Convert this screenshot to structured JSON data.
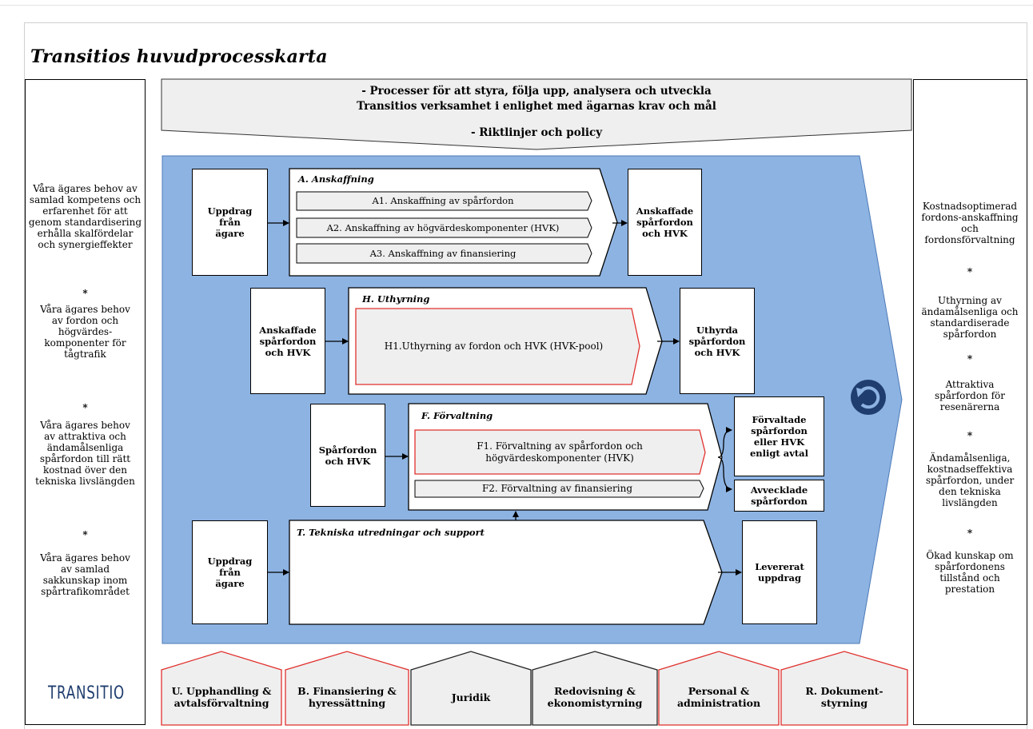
{
  "title": "Transitios huvudprocesskarta",
  "top_banner": {
    "line1": "- Processer för att styra, följa upp, analysera och utveckla",
    "line2": "Transitios verksamhet i enlighet med ägarnas krav och mål",
    "line3": "- Riktlinjer och policy"
  },
  "left_needs": [
    "Våra ägares behov av samlad kompetens och erfarenhet för att genom standardisering erhålla skalfördelar och synergieffekter",
    "Våra ägares behov av fordon och högvärdes-komponenter för tågtrafik",
    "Våra ägares behov av attraktiva och ändamålsenliga spårfordon till rätt kostnad över den tekniska livslängden",
    "Våra ägares behov av samlad sakkunskap inom spårtrafikområdet"
  ],
  "right_outcomes": [
    "Kostnadsoptimerad fordons-anskaffning och fordonsförvaltning",
    "Uthyrning av ändamålsenliga och standardiserade spårfordon",
    "Attraktiva spårfordon för resenärerna",
    "Ändamålsenliga, kostnadseffektiva spårfordon, under den tekniska livslängden",
    "Ökad kunskap om spårfordonens tillstånd och prestation"
  ],
  "bullet": "*",
  "logo": "TRANSITIO",
  "processes": {
    "A": {
      "title": "A. Anskaffning",
      "input": "Uppdrag från ägare",
      "output": "Anskaffade spårfordon och HVK",
      "subs": [
        "A1. Anskaffning av spårfordon",
        "A2. Anskaffning av högvärdeskomponenter (HVK)",
        "A3. Anskaffning av finansiering"
      ]
    },
    "H": {
      "title": "H. Uthyrning",
      "input": "Anskaffade spårfordon och HVK",
      "output": "Uthyrda spårfordon och HVK",
      "subs": [
        "H1.Uthyrning av fordon och HVK (HVK-pool)"
      ]
    },
    "F": {
      "title": "F. Förvaltning",
      "input": "Spårfordon och HVK",
      "output1": "Förvaltade spårfordon eller HVK enligt avtal",
      "output2": "Avvecklade spårfordon",
      "subs": [
        "F1. Förvaltning av spårfordon och högvärdeskomponenter (HVK)",
        "F2. Förvaltning av finansiering"
      ]
    },
    "T": {
      "title": "T. Tekniska utredningar och support",
      "input": "Uppdrag från ägare",
      "output": "Levererat uppdrag"
    }
  },
  "support": [
    {
      "label": "U. Upphandling & avtalsförvaltning",
      "border": "#e0302c"
    },
    {
      "label": "B. Finansiering & hyressättning",
      "border": "#e0302c"
    },
    {
      "label": "Juridik",
      "border": "#222222"
    },
    {
      "label": "Redovisning & ekonomistyrning",
      "border": "#222222"
    },
    {
      "label": "Personal & administration",
      "border": "#e0302c"
    },
    {
      "label": "R. Dokument-styrning",
      "border": "#e0302c"
    }
  ],
  "colors": {
    "blue": "#8db3e2",
    "grey": "#efefef",
    "red": "#e0302c",
    "icon": "#1f3d6e"
  }
}
